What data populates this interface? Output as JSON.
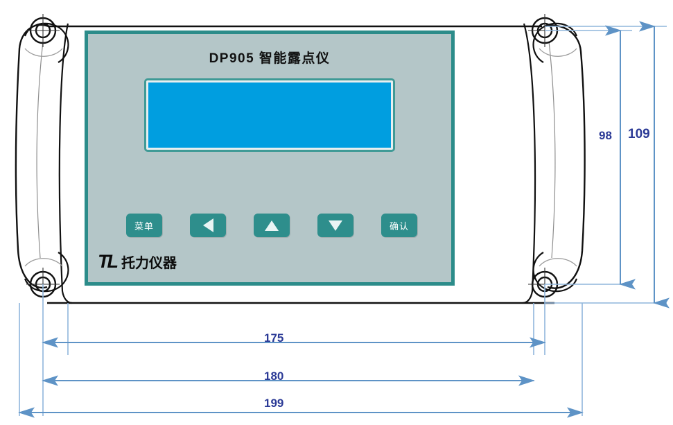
{
  "device": {
    "title": "DP905 智能露点仪",
    "brand_mark": "TL",
    "brand_name": "托力仪器",
    "screen": {
      "name": "lcd-display",
      "color": "#009ee0",
      "content": ""
    },
    "buttons": [
      {
        "name": "menu-button",
        "label": "菜单",
        "type": "text"
      },
      {
        "name": "left-button",
        "label": "",
        "type": "triangle-left"
      },
      {
        "name": "up-button",
        "label": "",
        "type": "triangle-up"
      },
      {
        "name": "down-button",
        "label": "",
        "type": "triangle-down"
      },
      {
        "name": "confirm-button",
        "label": "确认",
        "type": "text"
      }
    ]
  },
  "colors": {
    "faceplate": "#b4c6c8",
    "faceplate_border": "#2c8c8a",
    "lcd": "#009ee0",
    "button": "#2e8e8c",
    "dimension_line": "#6a9fd0",
    "dimension_text": "#2b3a96",
    "outline": "#111111"
  },
  "dimensions": {
    "vertical": [
      {
        "name": "dim-98",
        "value": "98",
        "unit": "mm",
        "span": "mounting-hole-centers"
      },
      {
        "name": "dim-109",
        "value": "109",
        "unit": "mm",
        "span": "overall-height"
      }
    ],
    "horizontal": [
      {
        "name": "dim-175",
        "value": "175",
        "unit": "mm",
        "span": "mounting-hole-centers"
      },
      {
        "name": "dim-180",
        "value": "180",
        "unit": "mm",
        "span": "body-width"
      },
      {
        "name": "dim-199",
        "value": "199",
        "unit": "mm",
        "span": "overall-width"
      }
    ]
  },
  "drawing": {
    "type": "mechanical-dimension-drawing",
    "mounting_holes": 4
  }
}
